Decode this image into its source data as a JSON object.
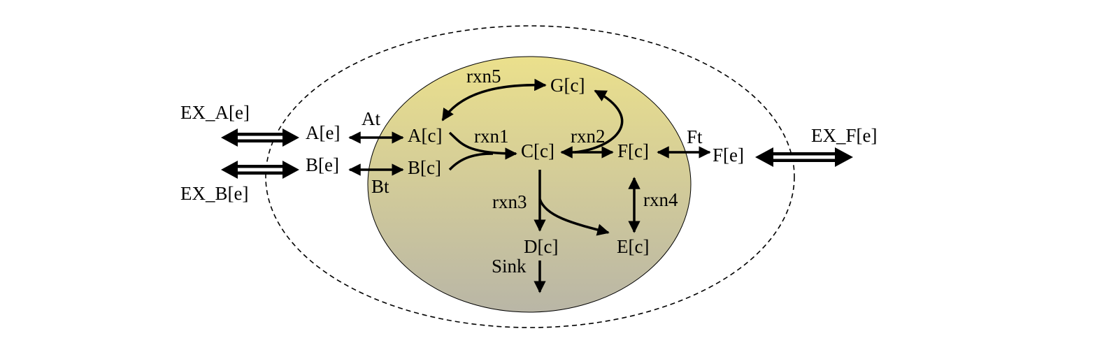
{
  "colors": {
    "cell_top": "#ebe08c",
    "cell_bottom": "#b9b6a6",
    "stroke": "#000000",
    "background": "#ffffff"
  },
  "metabolites": {
    "A_e": "A[e]",
    "B_e": "B[e]",
    "A_c": "A[c]",
    "B_c": "B[c]",
    "C_c": "C[c]",
    "F_c": "F[c]",
    "F_e": "F[e]",
    "G_c": "G[c]",
    "D_c": "D[c]",
    "E_c": "E[c]"
  },
  "reactions": {
    "rxn1": "rxn1",
    "rxn2": "rxn2",
    "rxn3": "rxn3",
    "rxn4": "rxn4",
    "rxn5": "rxn5",
    "At": "At",
    "Bt": "Bt",
    "Ft": "Ft",
    "Sink": "Sink"
  },
  "exchanges": {
    "EX_A": "EX_A[e]",
    "EX_B": "EX_B[e]",
    "EX_F": "EX_F[e]"
  }
}
